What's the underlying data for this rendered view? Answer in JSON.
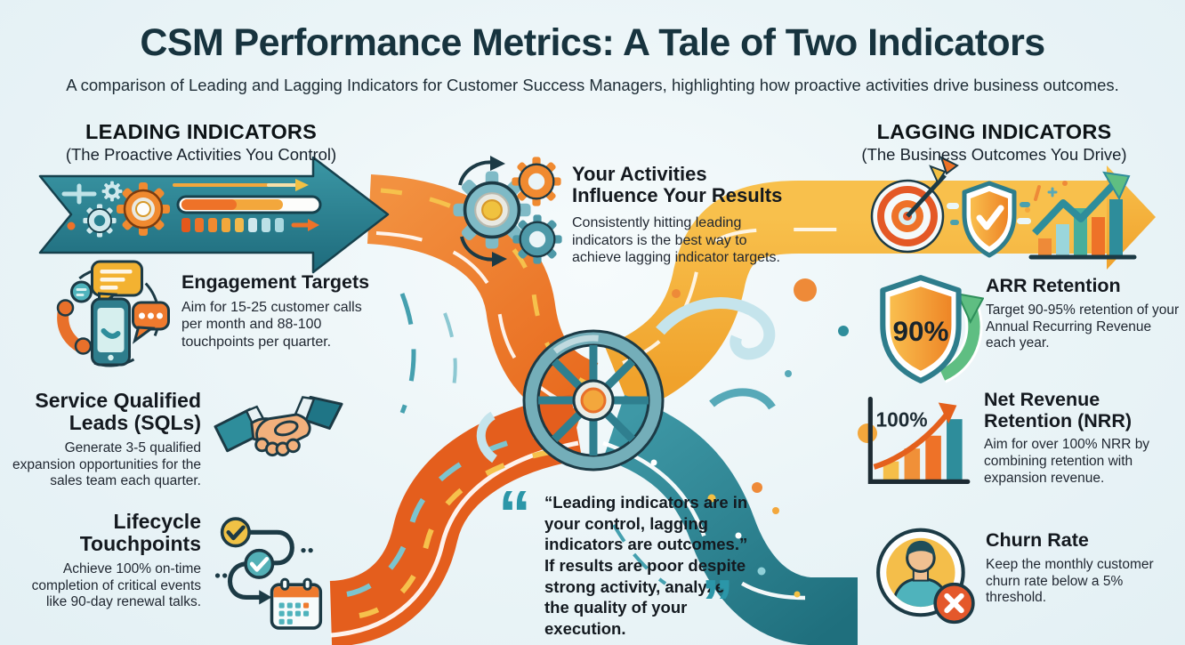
{
  "header": {
    "title": "CSM Performance Metrics: A Tale of Two Indicators",
    "subtitle": "A comparison of Leading and Lagging Indicators for Customer Success Managers, highlighting how proactive activities drive business outcomes."
  },
  "leading": {
    "heading": "LEADING INDICATORS",
    "subheading": "(The Proactive Activities You Control)",
    "items": [
      {
        "title": "Engagement Targets",
        "description": "Aim for 15-25 customer calls per month and 88-100 touchpoints per quarter.",
        "icon": "communication-icon"
      },
      {
        "title": "Service Qualified Leads (SQLs)",
        "description": "Generate 3-5 qualified expansion opportunities for the sales team each quarter.",
        "icon": "handshake-icon"
      },
      {
        "title": "Lifecycle Touchpoints",
        "description": "Achieve 100% on-time completion of critical events like 90-day renewal talks.",
        "icon": "milestones-calendar-icon"
      }
    ]
  },
  "center": {
    "title": "Your Activities Influence Your Results",
    "description": "Consistently hitting leading indicators is the best way to achieve lagging indicator targets.",
    "icon": "gears-icon",
    "quote_open": "“",
    "quote_close": "”",
    "quote": "“Leading indicators are in your control, lagging indicators are outcomes.” If results are poor despite strong activity, analyze the quality of your execution."
  },
  "lagging": {
    "heading": "LAGGING INDICATORS",
    "subheading": "(The Business Outcomes You Drive)",
    "items": [
      {
        "title": "ARR Retention",
        "badge": "90%",
        "description": "Target 90-95% retention of your Annual Recurring Revenue each year.",
        "icon": "shield-retention-icon"
      },
      {
        "title": "Net Revenue Retention (NRR)",
        "badge": "100%",
        "description": "Aim for over 100% NRR by combining retention with expansion revenue.",
        "icon": "growth-chart-icon"
      },
      {
        "title": "Churn Rate",
        "description": "Keep the monthly customer churn rate below a 5% threshold.",
        "icon": "churned-customer-icon"
      }
    ]
  },
  "colors": {
    "teal": "#2e8d9b",
    "teal_dark": "#1f6f7d",
    "orange": "#ee7228",
    "amber": "#f3a73c",
    "yellow_band": "#f6ad33",
    "ink": "#17333e",
    "background": "#eaf4f7",
    "quote_teal": "#2b96a8",
    "green": "#5fbe82"
  }
}
